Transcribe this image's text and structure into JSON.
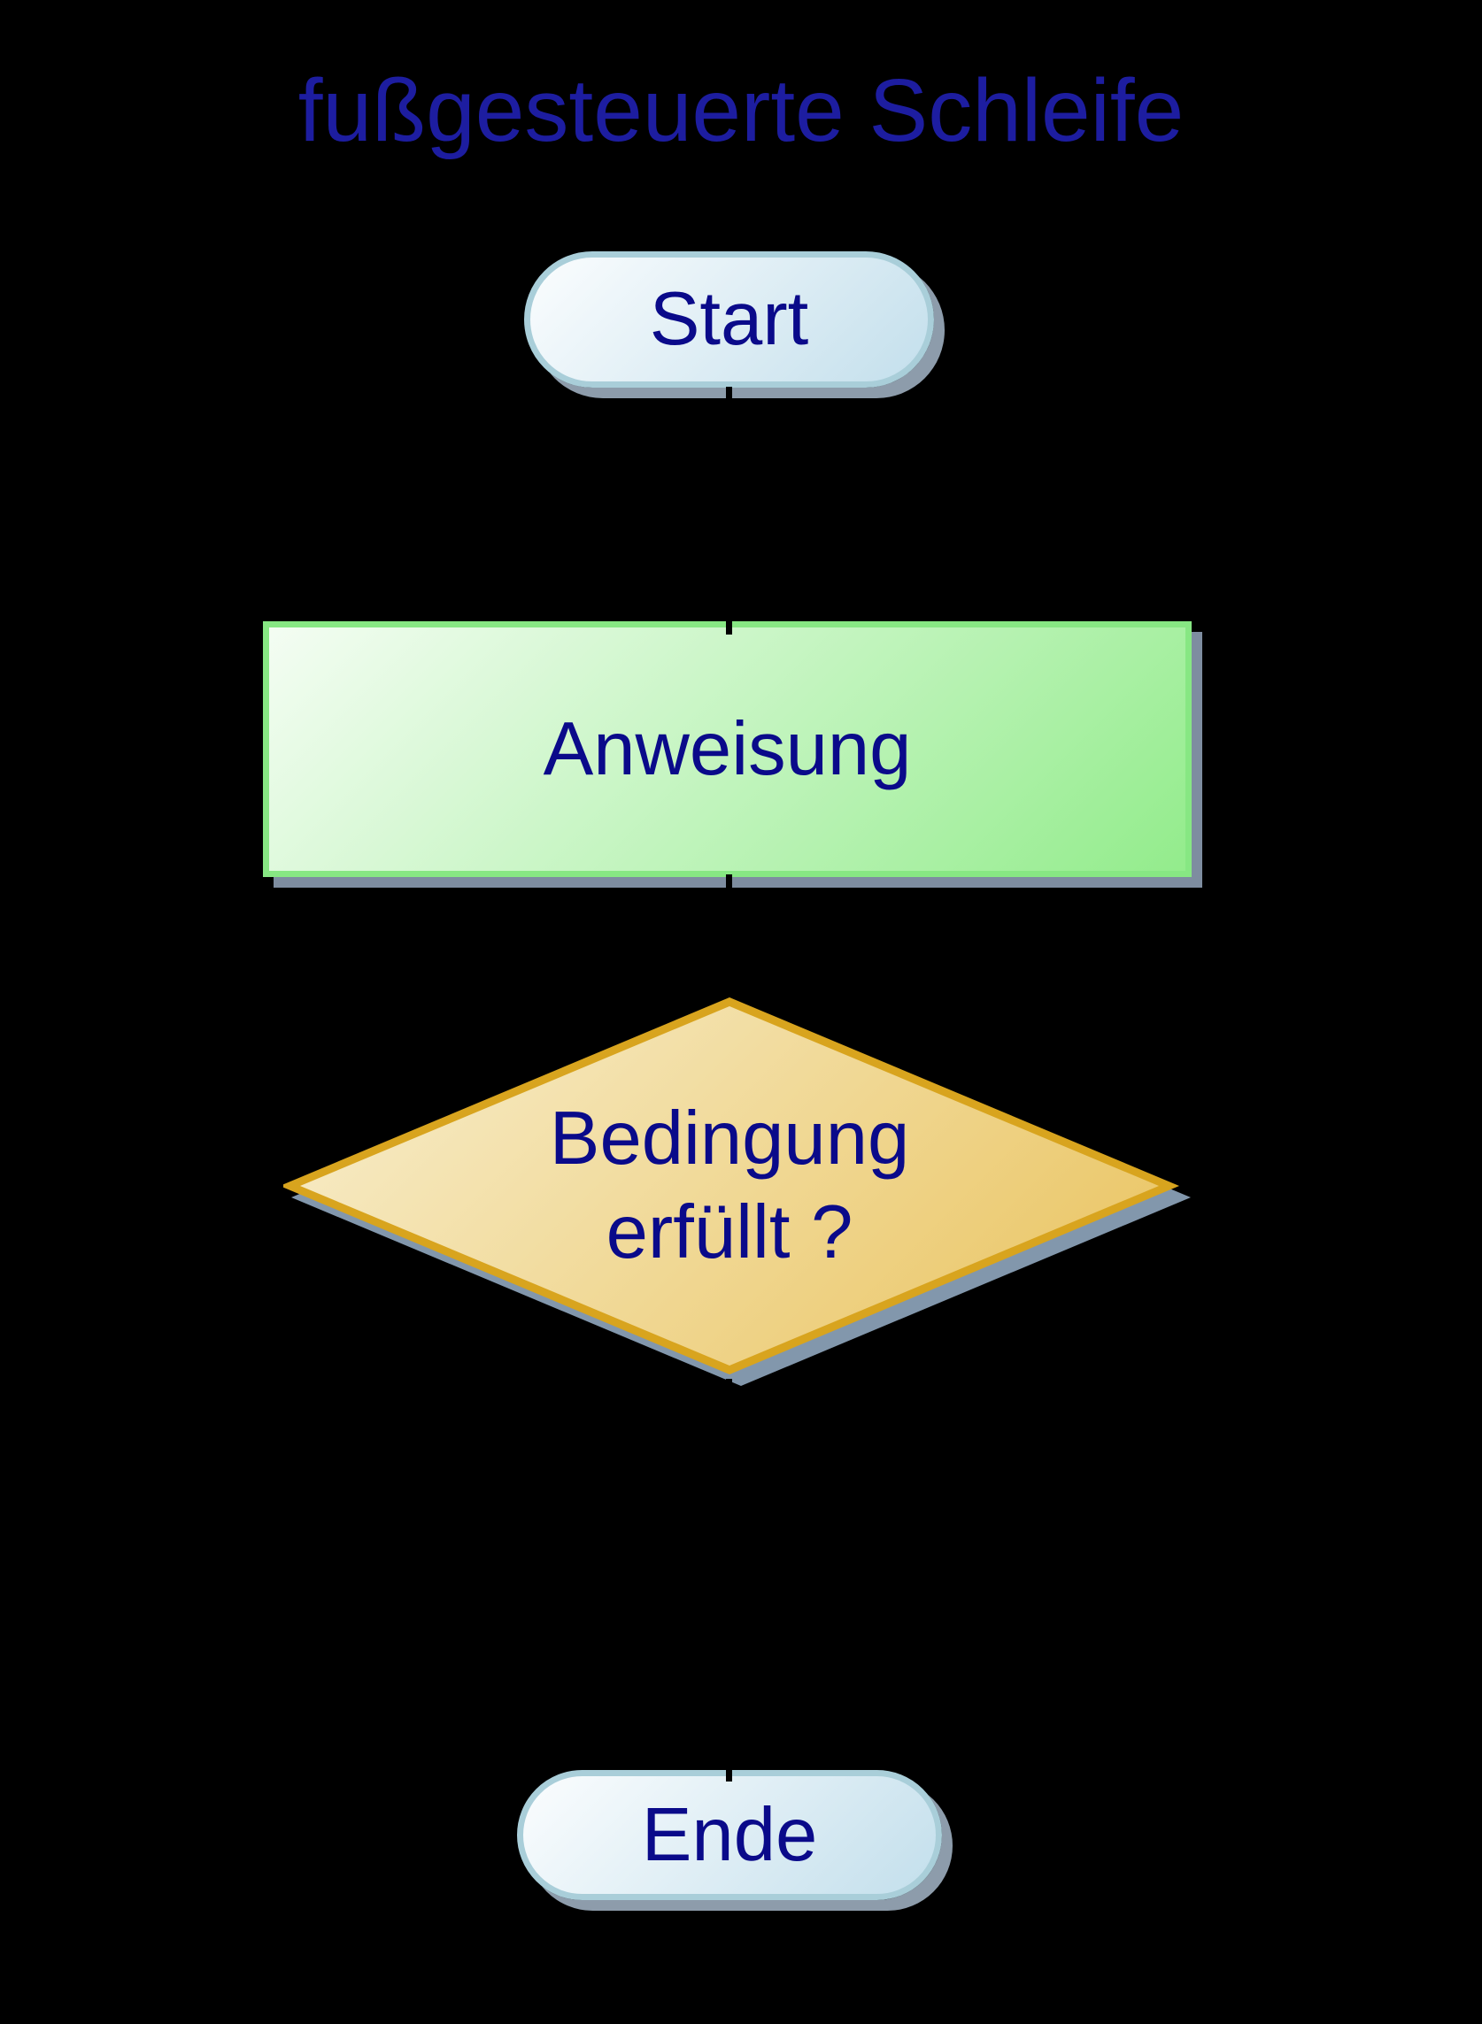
{
  "title": "fußgesteuerte Schleife",
  "diagram_type": "flowchart",
  "nodes": {
    "start": {
      "type": "terminator",
      "label": "Start"
    },
    "anweisung": {
      "type": "process",
      "label": "Anweisung"
    },
    "bedingung": {
      "type": "decision",
      "label_line1": "Bedingung",
      "label_line2": "erfüllt ?"
    },
    "ende": {
      "type": "terminator",
      "label": "Ende"
    }
  },
  "connectors": [
    {
      "from": "start",
      "to": "anweisung"
    },
    {
      "from": "anweisung",
      "to": "bedingung"
    },
    {
      "from": "bedingung",
      "to": "ende"
    },
    {
      "from": "bedingung",
      "to": "anweisung",
      "kind": "loop-back"
    }
  ],
  "colors": {
    "background": "#000000",
    "title-text": "#1d1da0",
    "node-text": "#0a0a8a",
    "terminator-border": "#a9ced9",
    "terminator-fill-light": "#fbfdfe",
    "terminator-fill-dark": "#c3dfec",
    "terminator-shadow": "#8d9cab",
    "process-border": "#87e783",
    "process-fill-light": "#f4fdf3",
    "process-fill-dark": "#93ec8c",
    "process-shadow": "#7e8da0",
    "decision-border": "#d8a41e",
    "decision-fill-light": "#f8efd0",
    "decision-fill-dark": "#e9c25c",
    "decision-shadow": "#8297ac",
    "connector": "#000000"
  }
}
